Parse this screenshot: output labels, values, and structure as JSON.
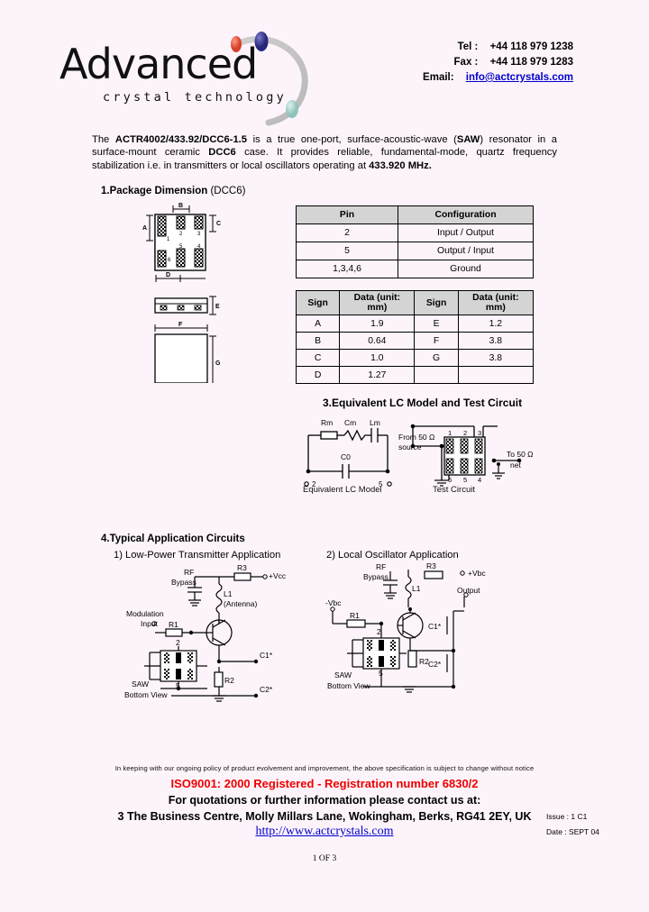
{
  "header": {
    "logo_word": "Advanced",
    "logo_sub": "crystal technology",
    "tel_label": "Tel   :",
    "tel_value": "+44 118 979 1238",
    "fax_label": "Fax :",
    "fax_value": "+44 118 979 1283",
    "email_label": "Email:",
    "email_value": "info@actcrystals.com"
  },
  "intro": {
    "part_number": "ACTR4002/433.92/DCC6-1.5",
    "text_1": "The ",
    "text_2": " is a true one-port, surface-acoustic-wave (",
    "saw": "SAW",
    "text_3": ") resonator in a surface-mount ceramic ",
    "case": "DCC6",
    "text_4": " case.  It provides  reliable,  fundamental-mode,  quartz  frequency stabilization i.e. in transmitters or local oscillators operating at ",
    "frequency": "433.920",
    "text_5": " MHz."
  },
  "sections": {
    "s1_number": "1.",
    "s1_title": "Package Dimension",
    "s1_suffix": " (DCC6)",
    "s3_title": "3.Equivalent LC Model and Test Circuit",
    "s4_title": "4.Typical Application Circuits",
    "s4_item1": "1) Low-Power Transmitter Application",
    "s4_item2": "2) Local Oscillator Application"
  },
  "pin_table": {
    "headers": [
      "Pin",
      "Configuration"
    ],
    "rows": [
      [
        "2",
        "Input / Output"
      ],
      [
        "5",
        "Output / Input"
      ],
      [
        "1,3,4,6",
        "Ground"
      ]
    ]
  },
  "dim_table": {
    "headers": [
      "Sign",
      "Data (unit: mm)",
      "Sign",
      "Data (unit: mm)"
    ],
    "rows": [
      [
        "A",
        "1.9",
        "E",
        "1.2"
      ],
      [
        "B",
        "0.64",
        "F",
        "3.8"
      ],
      [
        "C",
        "1.0",
        "G",
        "3.8"
      ],
      [
        "D",
        "1.27",
        "",
        ""
      ]
    ]
  },
  "package_drawing": {
    "dim_labels": [
      "A",
      "B",
      "C",
      "D",
      "F",
      "G"
    ],
    "top_view_pins": [
      "1",
      "2",
      "3"
    ],
    "bottom_view_pins": [
      "6",
      "5",
      "4"
    ]
  },
  "lc_model": {
    "components": [
      "Rm",
      "Cm",
      "Lm",
      "C0"
    ],
    "pin_left": "2",
    "pin_right": "5",
    "caption": "Equivalent LC Model"
  },
  "test_circuit": {
    "source_label_1": "From 50 Ω",
    "source_label_2": "source",
    "load_label_1": "To 50 Ω",
    "load_label_2": "net",
    "top_pins": [
      "1",
      "2",
      "3"
    ],
    "bottom_pins": [
      "6",
      "5",
      "4"
    ],
    "caption": "Test   Circuit"
  },
  "app_circuit_1": {
    "rf_bypass_1": "RF",
    "rf_bypass_2": "Bypass",
    "modulation_1": "Modulation",
    "modulation_2": "Input",
    "r1": "R1",
    "r2": "R2",
    "r3": "R3",
    "vcc": "+Vcc",
    "l1": "L1",
    "antenna": "(Antenna)",
    "c1": "C1*",
    "c2": "C2*",
    "saw_1": "SAW",
    "saw_2": "Bottom View",
    "saw_pin_top": "2",
    "saw_pin_bottom": "5"
  },
  "app_circuit_2": {
    "rf_bypass_1": "RF",
    "rf_bypass_2": "Bypass",
    "vbc_neg": "-Vbc",
    "vbc_pos": "+Vbc",
    "r1": "R1",
    "r2": "R2",
    "r3": "R3",
    "l1": "L1",
    "output": "Output",
    "c1": "C1*",
    "c2": "C2*",
    "saw_1": "SAW",
    "saw_2": "Bottom View",
    "saw_pin_top": "2",
    "saw_pin_bottom": "5"
  },
  "footer": {
    "note": "In keeping with our ongoing policy of product evolvement and improvement, the above specification is subject to change without notice",
    "iso": "ISO9001: 2000 Registered   -   Registration number 6830/2",
    "quotations": "For quotations or further information please contact us at:",
    "address": "3 The Business Centre, Molly Millars Lane, Wokingham, Berks, RG41 2EY, UK",
    "url": "http://www.actcrystals.com",
    "issue": "Issue : 1 C1",
    "date": "Date : SEPT 04",
    "page": "1 OF 3",
    "iso_color": "#ee0000",
    "link_color": "#0000cc"
  }
}
